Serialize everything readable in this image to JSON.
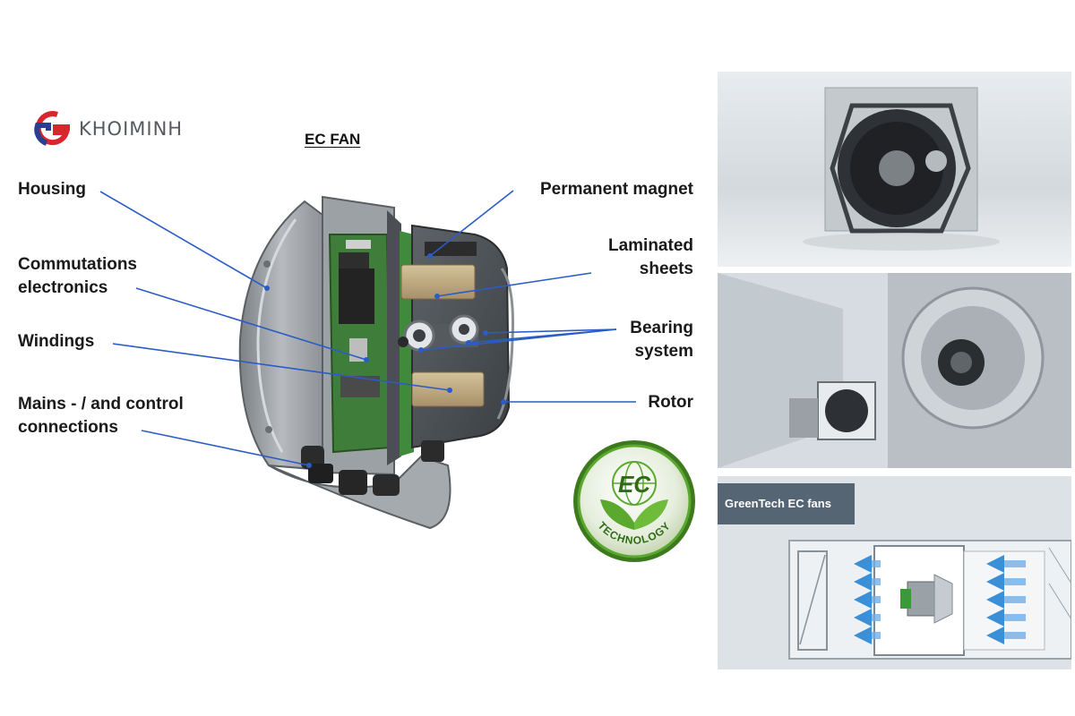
{
  "brand": {
    "name": "KHOIMINH",
    "colors": {
      "red": "#d7262c",
      "blue": "#2a3f8f"
    }
  },
  "diagram": {
    "title": "EC FAN",
    "labels_left": [
      "Housing",
      "Commutations electronics",
      "Windings",
      "Mains - / and control connections"
    ],
    "labels_right": [
      "Permanent magnet",
      "Laminated sheets",
      "Bearing system",
      "Rotor"
    ]
  },
  "labels": {
    "housing": "Housing",
    "commutations": "Commutations",
    "electronics": "electronics",
    "windings": "Windings",
    "mains": "Mains - / and control",
    "connections": "connections",
    "permanent_magnet": "Permanent magnet",
    "laminated": "Laminated",
    "sheets": "sheets",
    "bearing": "Bearing",
    "system": "system",
    "rotor": "Rotor"
  },
  "badge": {
    "top": "EC",
    "bottom": "TECHNOLOGY",
    "colors": {
      "green": "#5aa82e",
      "dark": "#3d7a1d"
    }
  },
  "panels": {
    "greentech_title": "GreenTech EC fans"
  },
  "colors": {
    "leader_line": "#2b5cc6",
    "arrow": "#3a8fd6"
  }
}
